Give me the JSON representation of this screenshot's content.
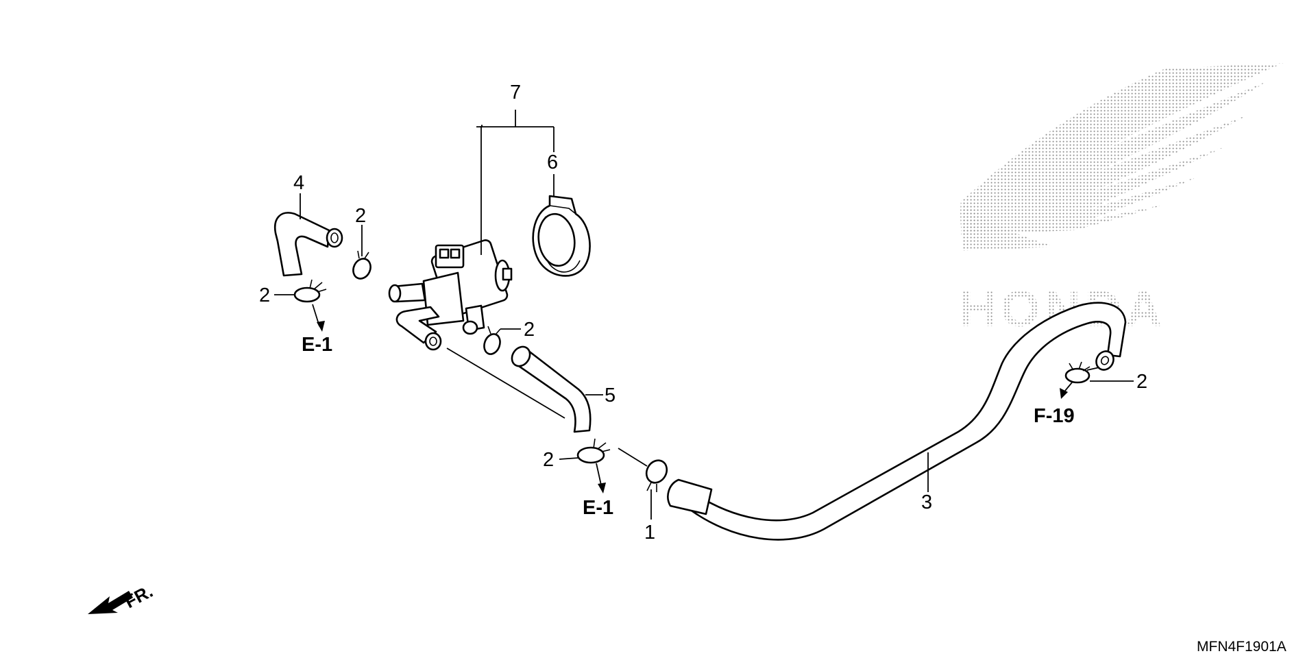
{
  "callouts": {
    "c1": "1",
    "c2a": "2",
    "c2b": "2",
    "c2c": "2",
    "c2d": "2",
    "c2e": "2",
    "c3": "3",
    "c4": "4",
    "c5": "5",
    "c6": "6",
    "c7": "7"
  },
  "references": {
    "e1_left": "E-1",
    "e1_bottom": "E-1",
    "f19": "F-19"
  },
  "direction_label": "FR.",
  "watermark_text": "HONDA",
  "diagram_code": "MFN4F1901A",
  "colors": {
    "line": "#000000",
    "background": "#ffffff",
    "watermark": "#9a9a9a"
  }
}
